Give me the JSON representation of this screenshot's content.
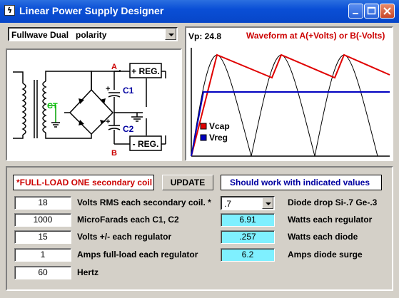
{
  "window": {
    "title": "Linear Power Supply Designer",
    "icon": "lightning-icon"
  },
  "config_select": {
    "value": "Fullwave Dual   polarity"
  },
  "schematic": {
    "label_a": "A",
    "label_b": "B",
    "label_c1": "C1",
    "label_c2": "C2",
    "label_ct": "CT",
    "plus_reg": "+ REG.",
    "minus_reg": "- REG.",
    "plus_sign_1": "+",
    "plus_sign_2": "+"
  },
  "waveform": {
    "vp_label": "Vp: 24.8",
    "title": "Waveform at A(+Volts) or B(-Volts)",
    "legend": [
      {
        "label": "Vcap",
        "color": "#e00000"
      },
      {
        "label": "Vreg",
        "color": "#0000c0"
      }
    ]
  },
  "status": {
    "full_load_text": "*FULL-LOAD ONE secondary coil",
    "update_label": "UPDATE",
    "result_text": "Should work with indicated values"
  },
  "inputs": [
    {
      "value": "18",
      "label": "Volts RMS each secondary coil. *"
    },
    {
      "value": "1000",
      "label": "MicroFarads each C1, C2"
    },
    {
      "value": "15",
      "label": "Volts +/- each regulator"
    },
    {
      "value": "1",
      "label": "Amps full-load each regulator"
    },
    {
      "value": "60",
      "label": "Hertz"
    }
  ],
  "diode_select": {
    "value": ".7",
    "label": "Diode drop Si-.7 Ge-.3"
  },
  "outputs": [
    {
      "value": "6.91",
      "label": "Watts each regulator"
    },
    {
      "value": ".257",
      "label": "Watts each diode"
    },
    {
      "value": "6.2",
      "label": "Amps diode surge"
    }
  ],
  "colors": {
    "titlebar": "#0a4fd6",
    "red_text": "#cc0000",
    "blue_text": "#0000a0",
    "output_bg": "#7ff0ff",
    "green_ct": "#00c000"
  }
}
